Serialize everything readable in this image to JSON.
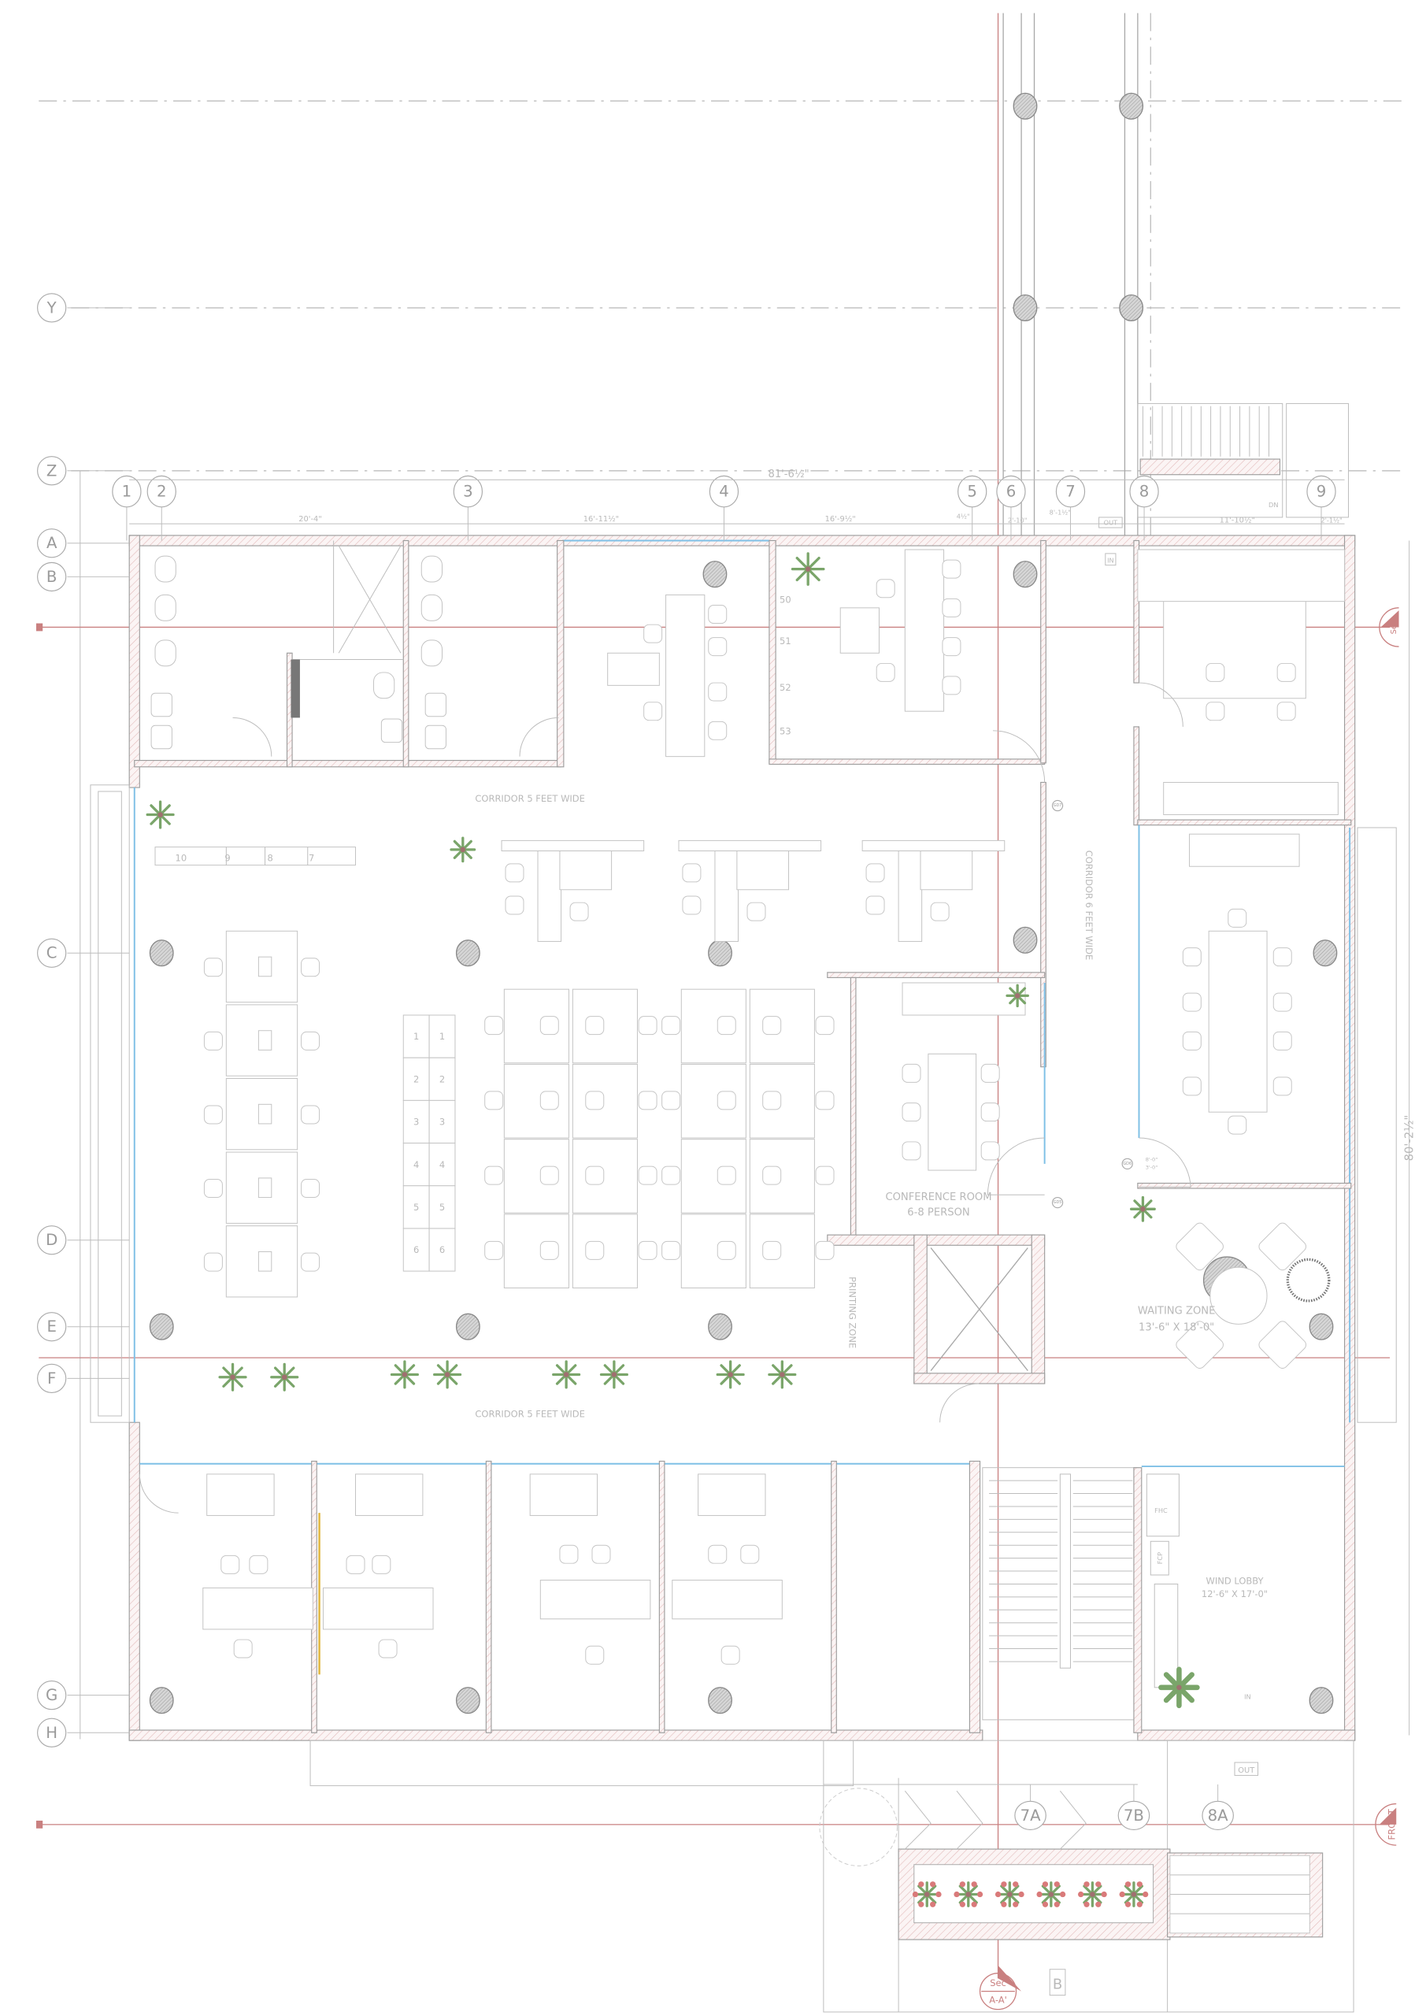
{
  "drawing": {
    "overall_width_dim": "81'-6½\"",
    "overall_depth_dim": "80'-2½\"",
    "top_dims": [
      "20'-4\"",
      "16'-11½\"",
      "16'-9½\"",
      "4½\"",
      "2'-10\"",
      "8'-1½\"",
      "11'-10½\"",
      "2'-1½\""
    ],
    "grid_rows": [
      "Y",
      "Z",
      "A",
      "B",
      "C",
      "D",
      "E",
      "F",
      "G",
      "H"
    ],
    "grid_cols": [
      "1",
      "2",
      "3",
      "4",
      "5",
      "6",
      "7",
      "8",
      "9"
    ],
    "bottom_grid": [
      "7A",
      "7B",
      "8A"
    ],
    "rooms": {
      "corridor_top": "CORRIDOR  5 FEET WIDE",
      "corridor_bottom": "CORRIDOR  5 FEET WIDE",
      "corridor_vertical": "CORRIDOR  6 FEET WIDE",
      "conference_name": "CONFERENCE ROOM",
      "conference_capacity": "6-8 PERSON",
      "printing": "PRINTING ZONE",
      "waiting_name": "WAITING ZONE",
      "waiting_size": "13'-6\" X 18'-0\"",
      "wind_lobby_name": "WIND LOBBY",
      "wind_lobby_size": "12'-6\" X 17'-0\"",
      "fhc": "FHC",
      "fcp": "FCP"
    },
    "door_tags": {
      "gd5": "GD5",
      "gd6": "GD6",
      "gd7": "GD7",
      "door_size_h": "8'-0\"",
      "door_size_w": "3'-0\""
    },
    "workstation_numbers_top": [
      "50",
      "51",
      "52",
      "53"
    ],
    "workstation_numbers_row": [
      "10",
      "9",
      "8",
      "7"
    ],
    "locker_numbers": [
      "1",
      "1",
      "2",
      "2",
      "3",
      "3",
      "4",
      "4",
      "5",
      "5",
      "6",
      "6"
    ],
    "markers": {
      "out_top": "OUT",
      "in_top": "IN",
      "out_bottom": "OUT",
      "in_bottom": "IN",
      "b_tag": "B",
      "front": "FRONT",
      "sec": "Sec",
      "sec_aa_top": "Sec",
      "sec_aa_bottom": "A-A'",
      "dn": "DN"
    },
    "colors": {
      "wall": "#9d9d9d",
      "section_line": "#c98080",
      "glazing": "#7fc0e6",
      "plant": "#7aa56a",
      "flower": "#d97a7a"
    }
  }
}
